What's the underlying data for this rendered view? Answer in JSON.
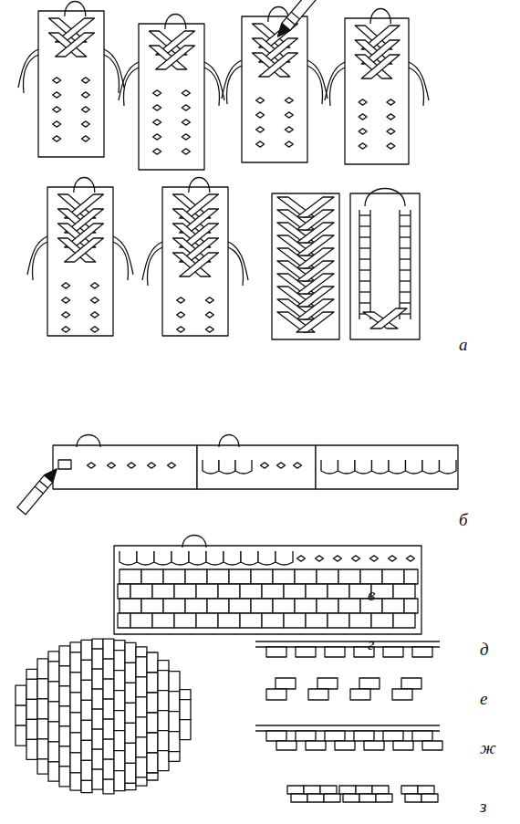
{
  "diagram": {
    "labels": [
      "а",
      "б",
      "в",
      "г",
      "д",
      "е",
      "ж",
      "з"
    ]
  }
}
